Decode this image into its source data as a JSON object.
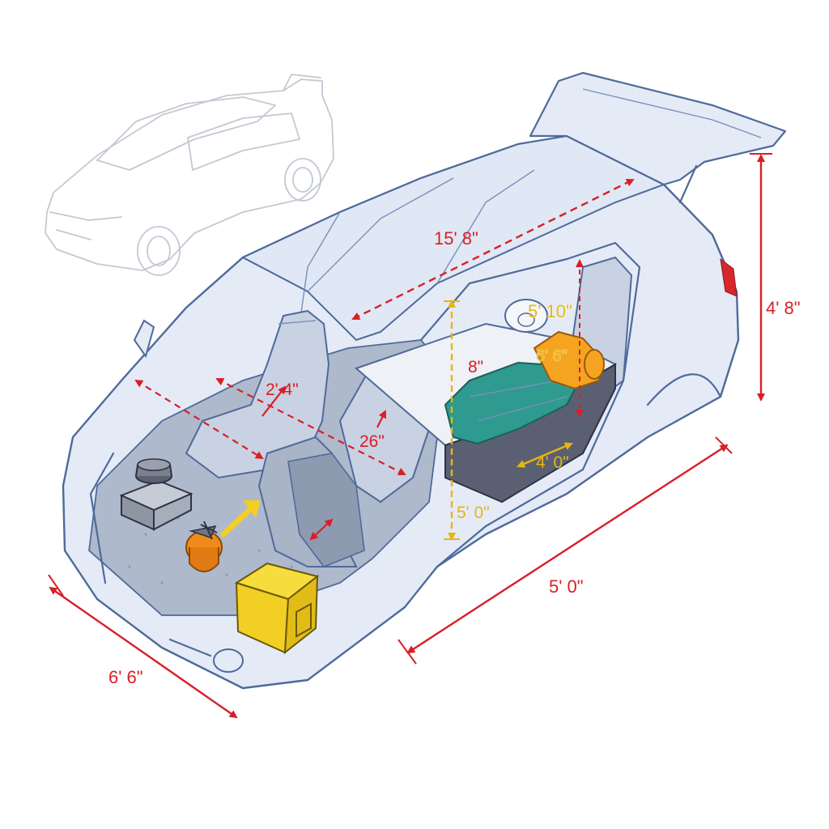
{
  "diagram": {
    "overall_length": "15' 8\"",
    "overall_height": "4' 8\"",
    "rear_width": "6' 6\"",
    "side_length": "5' 0\"",
    "front_seat_span": "2' 4\"",
    "seat_depth": "26\"",
    "bed_height": "8\"",
    "bed_clearance": "5' 10\"",
    "sleeping_bag_length": "6' 6\"",
    "platform_width": "4' 0\"",
    "cargo_length": "5' 0\""
  },
  "colors": {
    "dimension_red": "#d81f26",
    "dimension_yellow": "#e9b510",
    "body_outline": "#4f6a9a",
    "body_fill": "#e4ebf7",
    "sleeping_bag": "#2f9a8f",
    "cooler": "#f2cf24",
    "stove_canister": "#f08a1a"
  },
  "items": [
    "camping-stove",
    "fuel-canister",
    "cooler",
    "sleeping-bag",
    "rolled-pad",
    "mattress-platform",
    "ghost-sedan"
  ]
}
